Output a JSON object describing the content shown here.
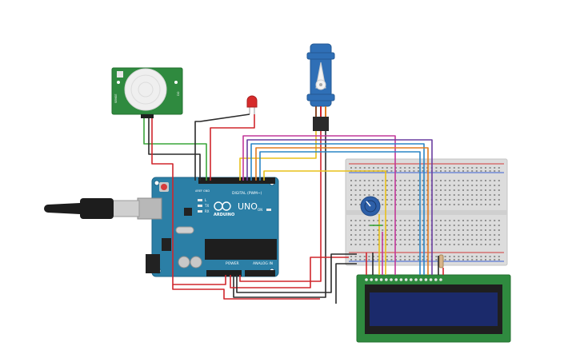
{
  "pir_sensor": {
    "label_left": "SENSE",
    "label_right": "DO"
  },
  "arduino": {
    "brand_text": "ARDUINO",
    "model_text": "UNO",
    "digital_header_label": "DIGITAL (PWM~)",
    "power_header_label": "POWER",
    "analog_header_label": "ANALOG IN",
    "aref_label": "AREF",
    "gnd_label": "GND",
    "tx_label": "TX",
    "rx_label": "RX",
    "l_label": "L",
    "on_label": "ON"
  },
  "components": {
    "led_color": "#d62b2b",
    "servo_color": "#2f6fb6",
    "pot_color": "#2d5fa8",
    "lcd_board_color": "#2f8a3f",
    "lcd_screen_color": "#1b2a6b"
  },
  "wire_colors": {
    "red": "#d0262c",
    "black": "#2b2b2b",
    "green": "#3aa53a",
    "pink": "#c2389a",
    "purple": "#6b3fa0",
    "blue": "#2a86c6",
    "orange": "#e07b20",
    "yellow": "#e8c01a"
  }
}
